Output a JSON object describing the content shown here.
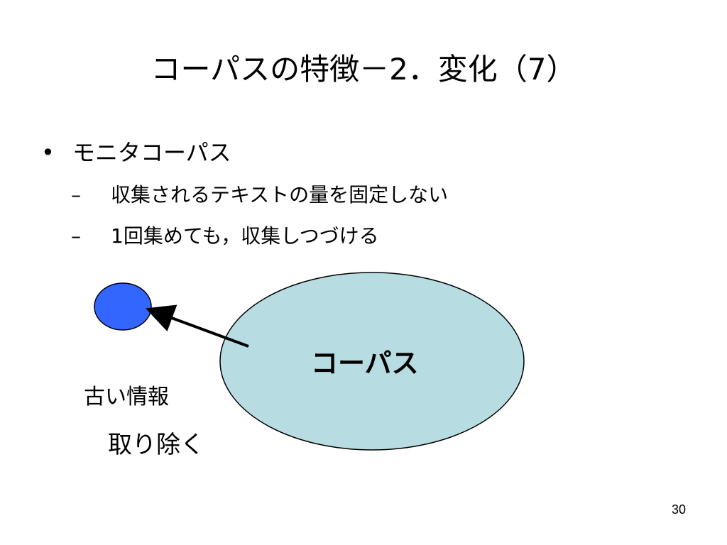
{
  "slide": {
    "title": "コーパスの特徴－2．変化（7）",
    "bullets": [
      {
        "marker": "•",
        "text": "モニタコーパス",
        "sub_items": [
          {
            "marker": "–",
            "text": "収集されるテキストの量を固定しない"
          },
          {
            "marker": "–",
            "text": "1回集めても，収集しつづける"
          }
        ]
      }
    ],
    "diagram": {
      "corpus_label": "コーパス",
      "old_info_label": "古い情報",
      "remove_label": "取り除く",
      "corpus_fill": "#b7dde2",
      "old_info_fill": "#3366ff",
      "outline_color": "#000000"
    },
    "page_number": "30"
  }
}
